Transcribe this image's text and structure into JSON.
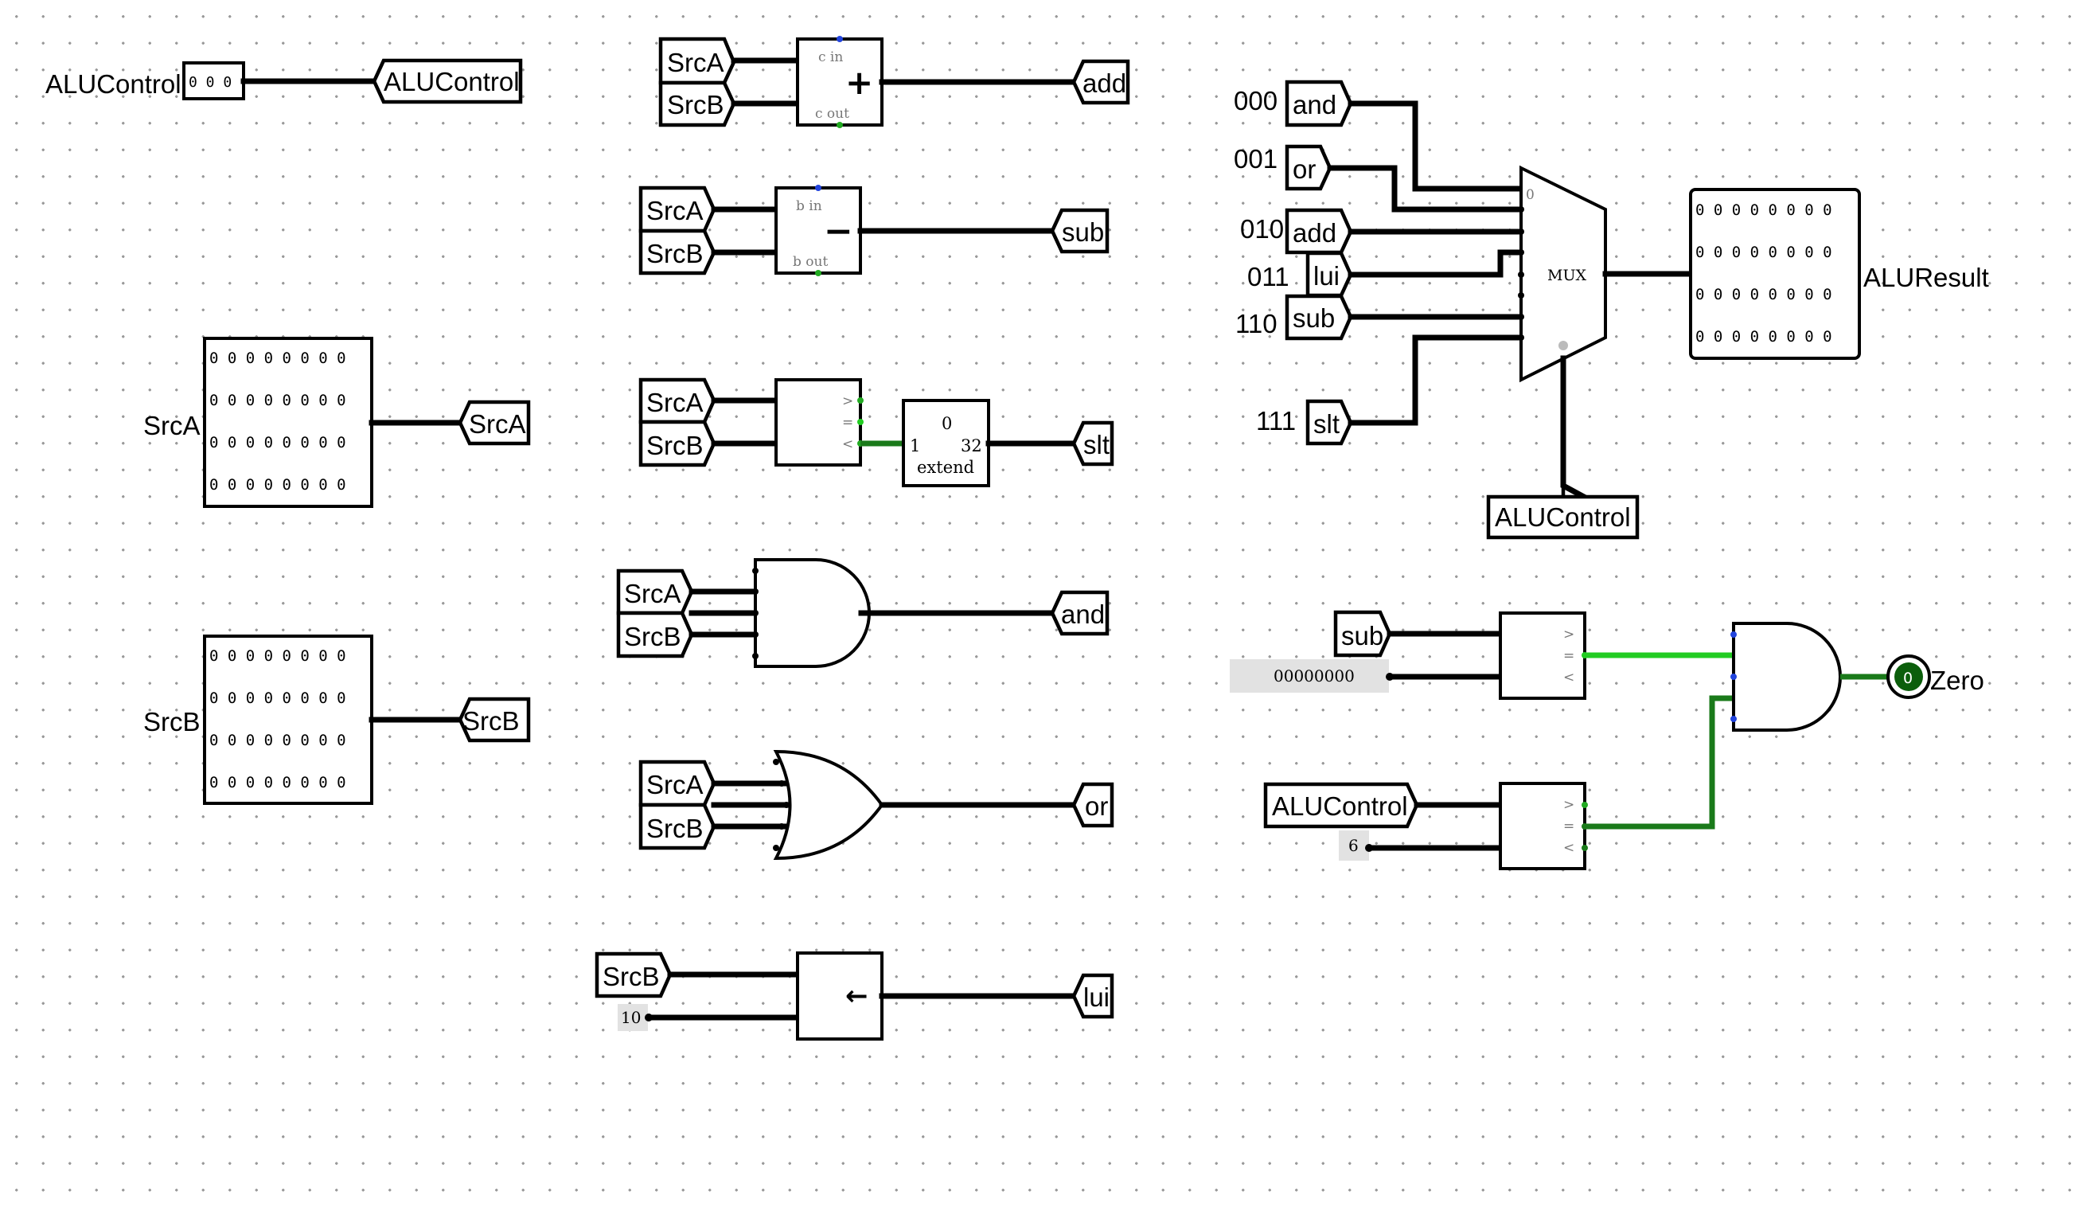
{
  "alucontrol_pin": {
    "label": "ALUControl",
    "bits": "0 0 0"
  },
  "tunnels": {
    "alucontrol": "ALUControl",
    "srca": "SrcA",
    "srcb": "SrcB",
    "add": "add",
    "sub": "sub",
    "slt": "slt",
    "and": "and",
    "or": "or",
    "lui": "lui"
  },
  "registers": {
    "srca": {
      "label": "SrcA",
      "rows": [
        "0 0 0 0 0 0 0 0",
        "0 0 0 0 0 0 0 0",
        "0 0 0 0 0 0 0 0",
        "0 0 0 0 0 0 0 0"
      ]
    },
    "srcb": {
      "label": "SrcB",
      "rows": [
        "0 0 0 0 0 0 0 0",
        "0 0 0 0 0 0 0 0",
        "0 0 0 0 0 0 0 0",
        "0 0 0 0 0 0 0 0"
      ]
    }
  },
  "adder": {
    "cin": "c in",
    "cout": "c out",
    "symbol": "+"
  },
  "subtractor": {
    "bin": "b in",
    "bout": "b out",
    "symbol": "−"
  },
  "comparator": {
    "gt": ">",
    "eq": "=",
    "lt": "<"
  },
  "extender": {
    "top": "0",
    "in": "1",
    "out": "32",
    "name": "extend"
  },
  "shifter": {
    "symbol": "←",
    "constant": "10"
  },
  "mux": {
    "label": "MUX",
    "zero_mark": "0",
    "inputs": [
      {
        "code": "000",
        "tunnel": "and"
      },
      {
        "code": "001",
        "tunnel": "or"
      },
      {
        "code": "010",
        "tunnel": "add"
      },
      {
        "code": "011",
        "tunnel": "lui"
      },
      {
        "code": "110",
        "tunnel": "sub"
      },
      {
        "code": "111",
        "tunnel": "slt"
      }
    ],
    "select": "ALUControl"
  },
  "alu_result": {
    "label": "ALUResult",
    "rows": [
      "0 0 0 0 0 0 0 0",
      "0 0 0 0 0 0 0 0",
      "0 0 0 0 0 0 0 0",
      "0 0 0 0 0 0 0 0"
    ]
  },
  "zero_logic": {
    "sub_tunnel": "sub",
    "zero_constant": "00000000",
    "alucontrol_tunnel": "ALUControl",
    "six_constant": "6",
    "output_value": "0",
    "output_label": "Zero"
  },
  "colors": {
    "wire": "#000000",
    "wire_active": "#22cc22",
    "wire_dark": "#1a7a1a",
    "led": "#0b5e0b",
    "constant_bg": "#e2e2e2"
  }
}
